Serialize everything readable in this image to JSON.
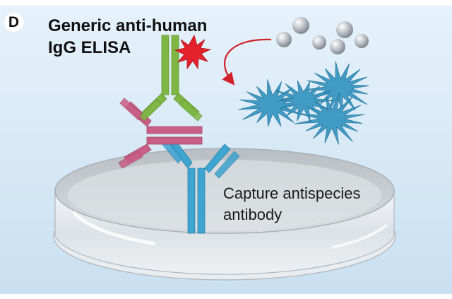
{
  "panel": {
    "letter": "D"
  },
  "title": {
    "line1": "Generic anti-human",
    "line2": "IgG ELISA"
  },
  "label": {
    "line1": "Capture antispecies",
    "line2": "antibody"
  },
  "colors": {
    "background": "#d6e9f6",
    "capture_antibody": "#3ea4d0",
    "human_igg": "#c95f86",
    "detection_antibody": "#7fb744",
    "enzyme_label": "#e3222b",
    "product_stars": "#3a97c2",
    "substrate_spheres": "#b9bfc5",
    "arrow": "#d21f2a"
  }
}
